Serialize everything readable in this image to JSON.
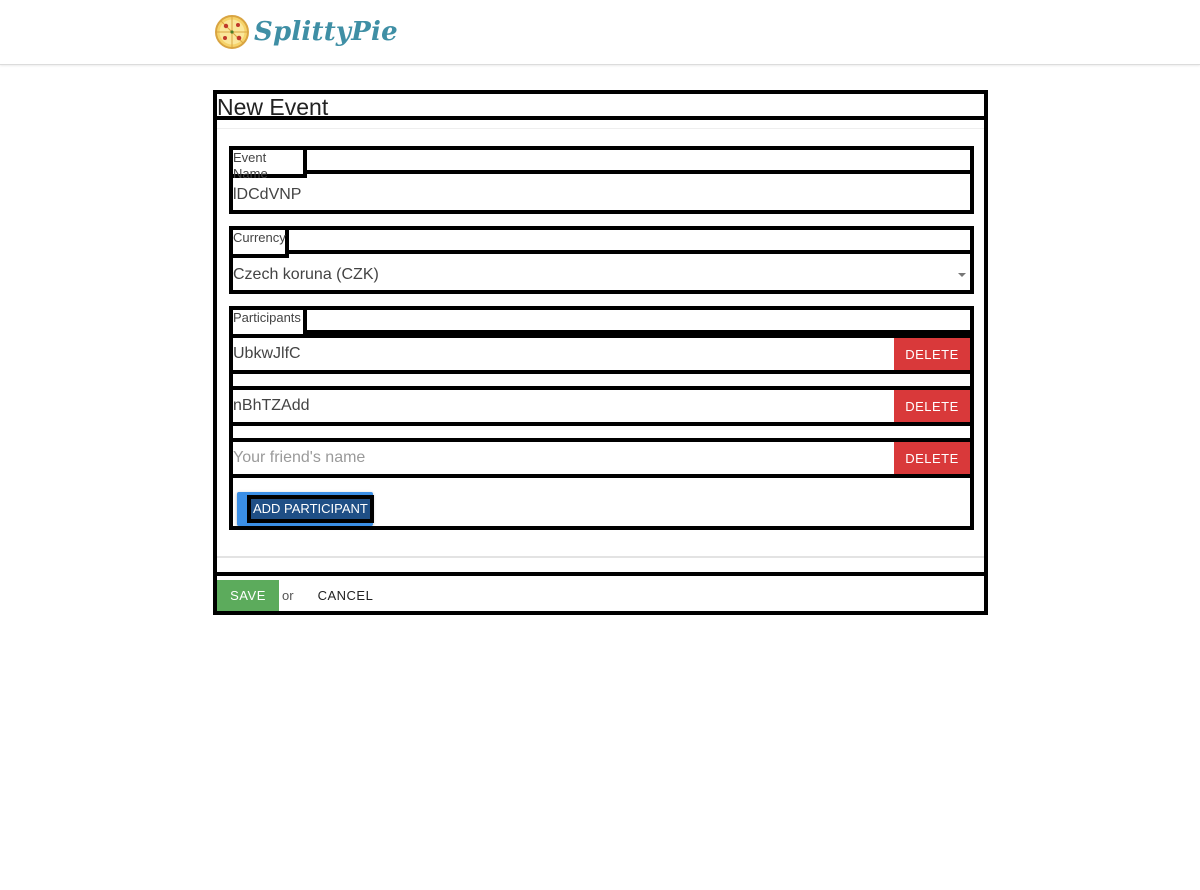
{
  "header": {
    "logo_text": "SplittyPie"
  },
  "page": {
    "title": "New Event"
  },
  "event_name": {
    "label": "Event Name",
    "value": "lDCdVNP"
  },
  "currency": {
    "label": "Currency",
    "selected": "Czech koruna (CZK)"
  },
  "participants": {
    "label": "Participants",
    "rows": [
      {
        "name": "UbkwJlfC",
        "placeholder": ""
      },
      {
        "name": "nBhTZAdd",
        "placeholder": ""
      },
      {
        "name": "",
        "placeholder": "Your friend's name"
      }
    ],
    "delete_label": "DELETE",
    "add_label": "ADD PARTICIPANT"
  },
  "footer": {
    "save_label": "SAVE",
    "or_text": "or",
    "cancel_label": "CANCEL"
  },
  "colors": {
    "logo": "#3f8fa5",
    "delete": "#d9393a",
    "add": "#3b8fe6",
    "save": "#5cab5c"
  }
}
